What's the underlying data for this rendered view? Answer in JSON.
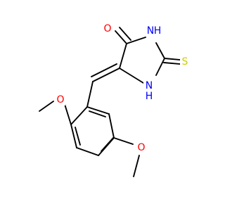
{
  "atoms": {
    "oxygen_carbonyl": {
      "element": "O",
      "color": "#ff0000"
    },
    "nh_top": {
      "element": "N",
      "sub": "H",
      "color": "#0000ff"
    },
    "nh_bottom": {
      "element": "N",
      "sub": "H",
      "color": "#0000ff"
    },
    "sulfur": {
      "element": "S",
      "color": "#cccc00"
    },
    "oxygen_methoxy_left": {
      "element": "O",
      "color": "#ff0000"
    },
    "oxygen_methoxy_right": {
      "element": "O",
      "color": "#ff0000"
    }
  }
}
